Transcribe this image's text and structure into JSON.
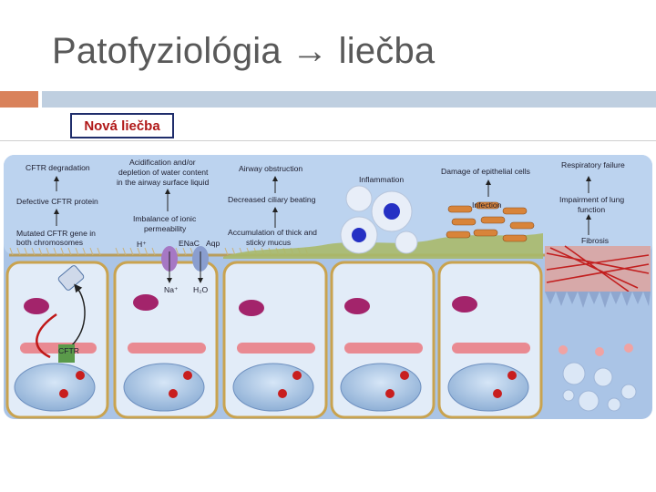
{
  "slide": {
    "title": "Patofyziológia → liečba",
    "badge": "Nová liečba"
  },
  "figure": {
    "col1": {
      "top": "CFTR degradation",
      "mid": "Defective CFTR protein",
      "bot1": "Mutated CFTR gene in",
      "bot2": "both chromosomes",
      "cftr": "CFTR"
    },
    "col2": {
      "top1": "Acidification and/or",
      "top2": "depletion of water content",
      "top3": "in the airway surface liquid",
      "mid1": "Imbalance of ionic",
      "mid2": "permeability",
      "h": "H⁺",
      "enac": "ENaC",
      "aqp": "Aqp",
      "na": "Na⁺",
      "h2o": "H₂O"
    },
    "col3": {
      "top": "Airway obstruction",
      "mid": "Decreased ciliary beating",
      "bot1": "Accumulation of thick and",
      "bot2": "sticky mucus"
    },
    "col4": {
      "top": "Inflammation"
    },
    "col5": {
      "top": "Damage of epithelial cells",
      "mid": "Infection"
    },
    "col6": {
      "top": "Respiratory failure",
      "mid1": "Impairment of lung",
      "mid2": "function",
      "bot": "Fibrosis"
    }
  },
  "colors": {
    "title": "#595959",
    "accent_orange": "#d9825b",
    "accent_blue": "#bfcfe0",
    "badge_border": "#1f2d6b",
    "badge_text": "#b01818"
  }
}
